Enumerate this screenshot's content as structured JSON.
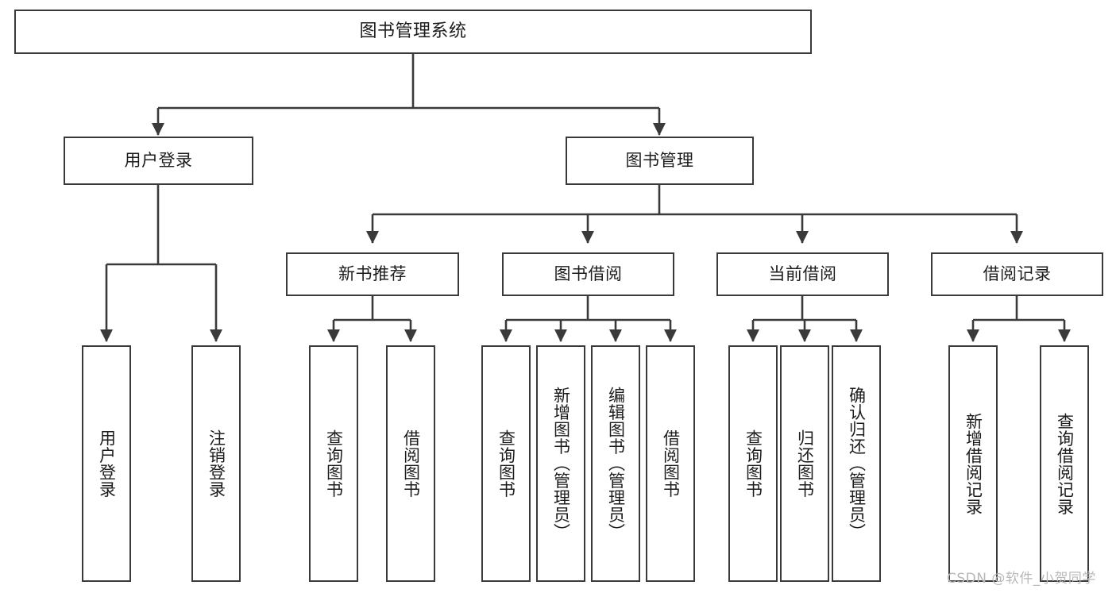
{
  "diagram": {
    "title": "图书管理系统",
    "type": "tree-hierarchy-chart",
    "root": {
      "label": "图书管理系统"
    },
    "level2": [
      {
        "label": "用户登录"
      },
      {
        "label": "图书管理"
      }
    ],
    "level3": [
      {
        "label": "新书推荐"
      },
      {
        "label": "图书借阅"
      },
      {
        "label": "当前借阅"
      },
      {
        "label": "借阅记录"
      }
    ],
    "leaves": {
      "user_login": [
        {
          "label": "用户登录"
        },
        {
          "label": "注销登录"
        }
      ],
      "new_book_recommend": [
        {
          "label": "查询图书"
        },
        {
          "label": "借阅图书"
        }
      ],
      "book_borrow": [
        {
          "label": "查询图书"
        },
        {
          "label": "新增图书（管理员）"
        },
        {
          "label": "编辑图书（管理员）"
        },
        {
          "label": "借阅图书"
        }
      ],
      "current_borrow": [
        {
          "label": "查询图书"
        },
        {
          "label": "归还图书"
        },
        {
          "label": "确认归还（管理员）"
        }
      ],
      "borrow_record": [
        {
          "label": "新增借阅记录"
        },
        {
          "label": "查询借阅记录"
        }
      ]
    },
    "watermark": "CSDN @软件_小贺同学",
    "colors": {
      "stroke": "#3a3a3a",
      "fill": "#ffffff",
      "text": "#1c1c1c",
      "watermark": "#b8b8b8"
    }
  }
}
